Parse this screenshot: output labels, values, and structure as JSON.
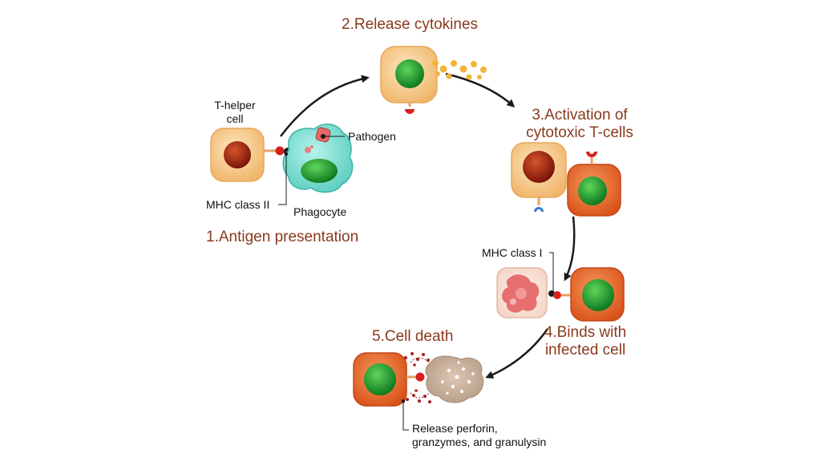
{
  "steps": {
    "s1": "1.Antigen presentation",
    "s2": "2.Release cytokines",
    "s3_line1": "3.Activation of",
    "s3_line2": "cytotoxic T-cells",
    "s4_line1": "4.Binds with",
    "s4_line2": "infected cell",
    "s5": "5.Cell death"
  },
  "labels": {
    "t_helper_line1": "T-helper",
    "t_helper_line2": "cell",
    "pathogen": "Pathogen",
    "mhc_class_ii": "MHC class II",
    "phagocyte": "Phagocyte",
    "mhc_class_i": "MHC class I",
    "release_line1": "Release perforin,",
    "release_line2": "granzymes, and granulysin"
  },
  "colors": {
    "step_text": "#8a3a1e",
    "helper_cell": "#f7cf95",
    "helper_nucleus": "#a32410",
    "cytotoxic_cell": "#e8692b",
    "green_nucleus": "#1f9a2e",
    "phagocyte": "#7fe0d3",
    "receptor": "#d62020",
    "arrow": "#1a1a1a"
  }
}
